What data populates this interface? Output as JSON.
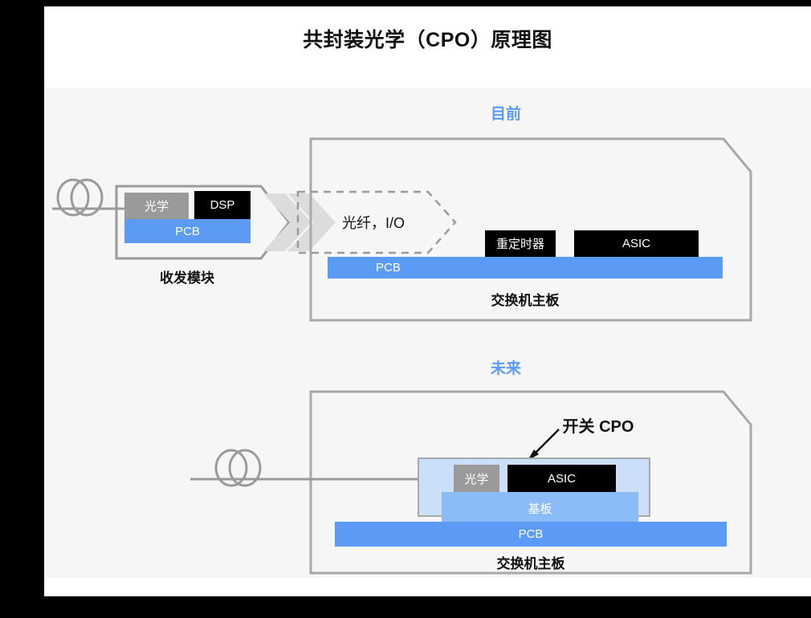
{
  "title": "共封装光学（CPO）原理图",
  "colors": {
    "accent_blue": "#5b9bf5",
    "pcb_blue": "#5b9bf5",
    "substrate_blue": "#8cbcf7",
    "cpo_shell_blue": "#ccdff9",
    "chip_black": "#000000",
    "optics_gray": "#9a9a9a",
    "outline_gray": "#a8a8a8",
    "panel_bg": "#f6f6f6",
    "page_bg": "#ffffff"
  },
  "sections": [
    {
      "id": "current",
      "heading": "目前",
      "fiber_label": "",
      "transceiver": {
        "caption": "收发模块",
        "optics_label": "光学",
        "dsp_label": "DSP",
        "pcb_label": "PCB"
      },
      "interconnect": {
        "label": "光纤，I/O",
        "chevron_count": 2
      },
      "switch_board": {
        "caption": "交换机主板",
        "retimer_label": "重定时器",
        "asic_label": "ASIC",
        "pcb_label": "PCB"
      }
    },
    {
      "id": "future",
      "heading": "未来",
      "callout": {
        "label": "开关 CPO"
      },
      "cpo_module": {
        "optics_label": "光学",
        "asic_label": "ASIC",
        "substrate_label": "基板"
      },
      "switch_board": {
        "caption": "交换机主板",
        "pcb_label": "PCB"
      }
    }
  ]
}
